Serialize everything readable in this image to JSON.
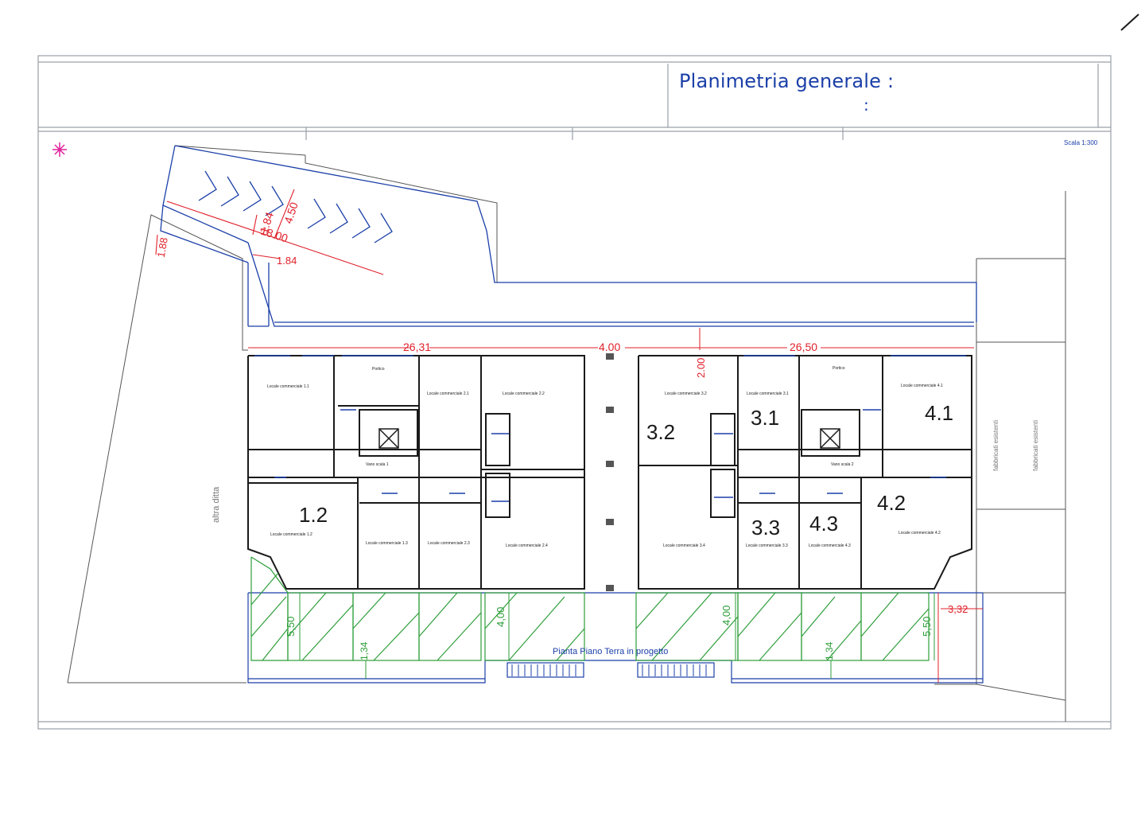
{
  "header": {
    "title": "Planimetria generale :",
    "title_colon": ":",
    "scale": "Scala 1:300"
  },
  "plan": {
    "caption": "Pianta Piano Terra in progetto",
    "side_left": "altra ditta",
    "side_right_1": "fabbricati esistenti",
    "side_right_2": "fabbricati esistenti",
    "units": [
      {
        "num": "1.2",
        "label": "Locale commerciale 1.2"
      },
      {
        "num": "3.2",
        "label": "Locale commerciale 3.2"
      },
      {
        "num": "3.1",
        "label": "Locale commerciale 3.1"
      },
      {
        "num": "4.1",
        "label": "Locale commerciale 4.1"
      },
      {
        "num": "4.2",
        "label": "Locale commerciale 4.2"
      },
      {
        "num": "3.3",
        "label": "Locale commerciale 3.3"
      },
      {
        "num": "4.3",
        "label": "Locale commerciale 4.3"
      }
    ],
    "room_labels": {
      "lc11": "Locale commerciale 1.1",
      "lc21": "Locale commerciale 2.1",
      "lc22": "Locale commerciale 2.2",
      "lc13": "Locale commerciale 1.3",
      "lc23": "Locale commerciale 2.3",
      "lc24": "Locale commerciale 2.4",
      "lc34": "Locale commerciale 3.4",
      "portico1": "Portico",
      "portico2": "Portico",
      "vano1": "Vano scala 1",
      "vano2": "Vano scala 2"
    },
    "dimensions": {
      "d2631": "26,31",
      "d400": "4.00",
      "d2650": "26,50",
      "d200": "2.00",
      "d184a": "1.84",
      "d450": "4.50",
      "d1800": "18.00",
      "d184b": "1.84",
      "d188": "1.88",
      "d332": "3,32",
      "d550a": "5,50",
      "d134a": "1,34",
      "d400b": "4,00",
      "d400c": "4,00",
      "d134b": "1,34",
      "d550b": "5,50"
    },
    "colors": {
      "line": "#1b3fa8",
      "wall": "#1a1a1a",
      "dim": "#e0202a",
      "green": "#2e9e3a",
      "frame": "#9aa0a8"
    }
  }
}
